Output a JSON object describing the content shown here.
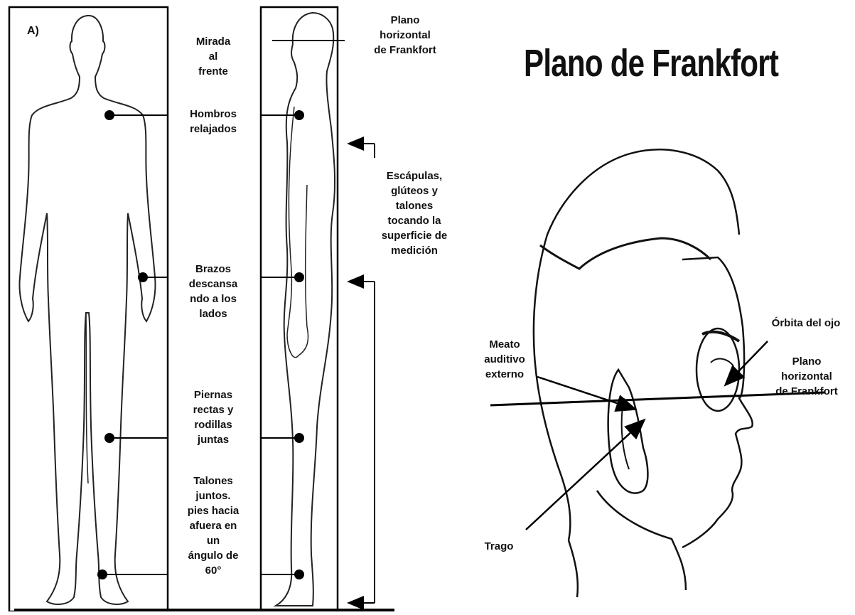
{
  "panel_a": {
    "tag": "A)",
    "labels": {
      "gaze": "Mirada\nal\nfrente",
      "shoulders": "Hombros\nrelajados",
      "arms": "Brazos\ndescansa\nndo a los\nlados",
      "legs": "Piernas\nrectas y\nrodillas\njuntas",
      "heels": "Talones\njuntos.\npies hacia\nafuera en\nun\nángulo de\n60°",
      "frankfort_plane": "Plano\nhorizontal\nde Frankfort",
      "contact": "Escápulas,\nglúteos y\ntalones\ntocando la\nsuperficie de\nmedición"
    }
  },
  "panel_b": {
    "title": "Plano de Frankfort",
    "labels": {
      "orbit": "Órbita del ojo",
      "frankfort_plane": "Plano\nhorizontal\nde Frankfort",
      "meatus": "Meato\nauditivo\nexterno",
      "tragus": "Trago"
    }
  }
}
